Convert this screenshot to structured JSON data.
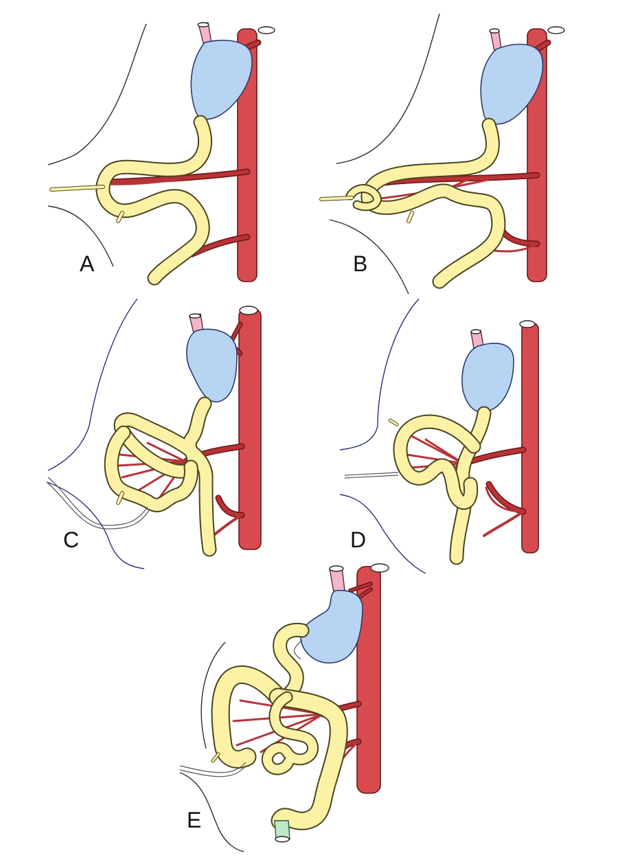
{
  "panels": [
    {
      "id": "A",
      "label": "A"
    },
    {
      "id": "B",
      "label": "B"
    },
    {
      "id": "C",
      "label": "C"
    },
    {
      "id": "D",
      "label": "D"
    },
    {
      "id": "E",
      "label": "E"
    }
  ],
  "colors": {
    "aorta": "#d74b4f",
    "stomach": "#b8d4f3",
    "esophagus": "#f2b6c8",
    "intestine": "#fbf2a6",
    "rectum": "#bfe8c8",
    "body_wall_outline": "#2a2f7a"
  }
}
